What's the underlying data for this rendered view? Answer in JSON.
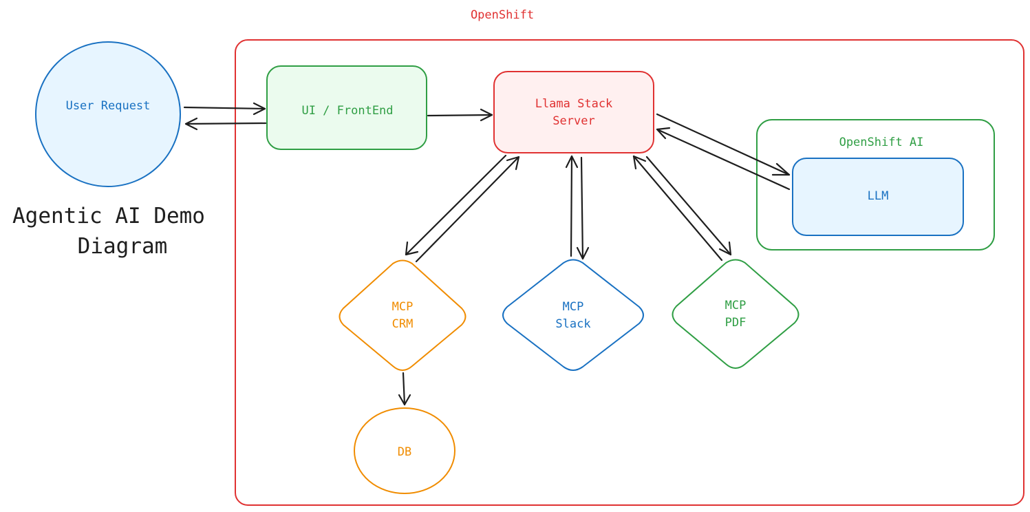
{
  "title": {
    "line1": "Agentic AI Demo",
    "line2": "Diagram"
  },
  "colors": {
    "red": "#e03131",
    "green": "#2f9e44",
    "blue": "#1971c2",
    "orange": "#f08c00",
    "dark": "#1e1e1e",
    "red_fill": "#fff0f0",
    "green_fill": "#ebfbee",
    "blue_fill": "#e7f5ff"
  },
  "containers": {
    "openshift": {
      "label": "OpenShift"
    },
    "openshift_ai": {
      "label": "OpenShift AI"
    }
  },
  "nodes": {
    "user_request": {
      "label": "User Request"
    },
    "frontend": {
      "label": "UI / FrontEnd"
    },
    "llama": {
      "line1": "Llama Stack",
      "line2": "Server"
    },
    "llm": {
      "label": "LLM"
    },
    "mcp_crm": {
      "line1": "MCP",
      "line2": "CRM"
    },
    "mcp_slack": {
      "line1": "MCP",
      "line2": "Slack"
    },
    "mcp_pdf": {
      "line1": "MCP",
      "line2": "PDF"
    },
    "db": {
      "label": "DB"
    }
  }
}
